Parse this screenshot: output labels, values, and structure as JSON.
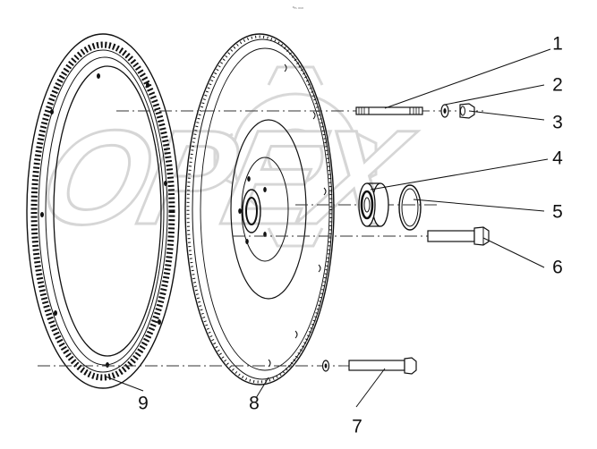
{
  "header_mark": "ᵃₘ ₘₘ",
  "watermark": "OPEX",
  "callouts": [
    "1",
    "2",
    "3",
    "4",
    "5",
    "6",
    "7",
    "8",
    "9"
  ]
}
